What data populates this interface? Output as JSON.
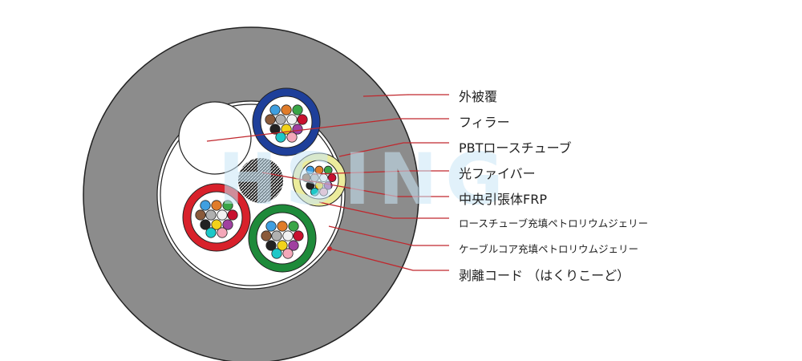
{
  "labels": {
    "outer_sheath": "外被覆",
    "filler": "フィラー",
    "pbt_tube": "PBTロースチューブ",
    "optical_fiber": "光ファイバー",
    "central_frp": "中央引張体FRP",
    "loose_tube_jelly": "ロースチューブ充填ペトロリウムジェリー",
    "cable_core_jelly": "ケーブルコア充填ペトロリウムジェリー",
    "ripcord": "剥離コード （はくりこーど）"
  },
  "watermark": "HSING",
  "colors": {
    "sheath": "#8c8c8c",
    "leader_line": "#c0272d",
    "tube_blue": "#1e3f9a",
    "tube_red": "#d8212b",
    "tube_green": "#1e8a3a",
    "tube_yellow": "#ecec9c",
    "fiber_colors": [
      "#3f9fe0",
      "#e07c2a",
      "#3aa547",
      "#8a5a3a",
      "#b0b0b0",
      "#f2f2f2",
      "#c8102e",
      "#222222",
      "#f2d21a",
      "#a040a0",
      "#1ec8c8",
      "#f4a7b9"
    ]
  }
}
